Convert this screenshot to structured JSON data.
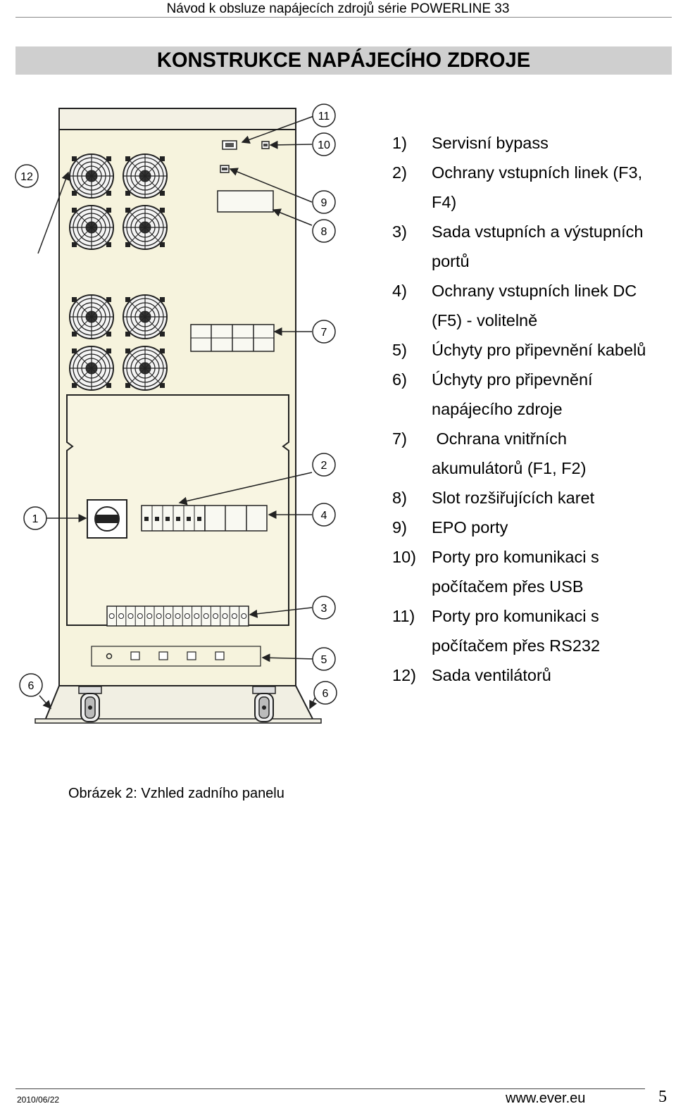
{
  "header": {
    "running_title": "Návod k obsluze napájecích zdrojů série POWERLINE 33"
  },
  "section": {
    "title": "KONSTRUKCE NAPÁJECÍHO ZDROJE"
  },
  "figure": {
    "callouts": [
      "1",
      "2",
      "3",
      "4",
      "5",
      "6",
      "6",
      "7",
      "8",
      "9",
      "10",
      "11",
      "12"
    ],
    "caption": "Obrázek 2: Vzhled zadního panelu"
  },
  "legend": [
    {
      "num": "1)",
      "lines": [
        "Servisní bypass"
      ]
    },
    {
      "num": "2)",
      "lines": [
        "Ochrany vstupních linek (F3,",
        "F4)"
      ]
    },
    {
      "num": "3)",
      "lines": [
        "Sada vstupních a výstupních",
        "portů"
      ]
    },
    {
      "num": "4)",
      "lines": [
        "Ochrany vstupních linek DC",
        "(F5) - volitelně"
      ]
    },
    {
      "num": "5)",
      "lines": [
        "Úchyty pro připevnění kabelů"
      ]
    },
    {
      "num": "6)",
      "lines": [
        "Úchyty pro připevnění",
        "napájecího zdroje"
      ]
    },
    {
      "num": "7)",
      "lines": [
        " Ochrana vnitřních",
        "akumulátorů (F1, F2)"
      ]
    },
    {
      "num": "8)",
      "lines": [
        "Slot rozšiřujících karet"
      ]
    },
    {
      "num": "9)",
      "lines": [
        "EPO porty"
      ]
    },
    {
      "num": "10)",
      "lines": [
        "Porty pro komunikaci s",
        "počítačem přes USB"
      ]
    },
    {
      "num": "11)",
      "lines": [
        "Porty pro komunikaci s",
        "počítačem přes RS232"
      ]
    },
    {
      "num": "12)",
      "lines": [
        "Sada ventilátorů"
      ]
    }
  ],
  "footer": {
    "date": "2010/06/22",
    "url": "www.ever.eu",
    "page": "5"
  }
}
